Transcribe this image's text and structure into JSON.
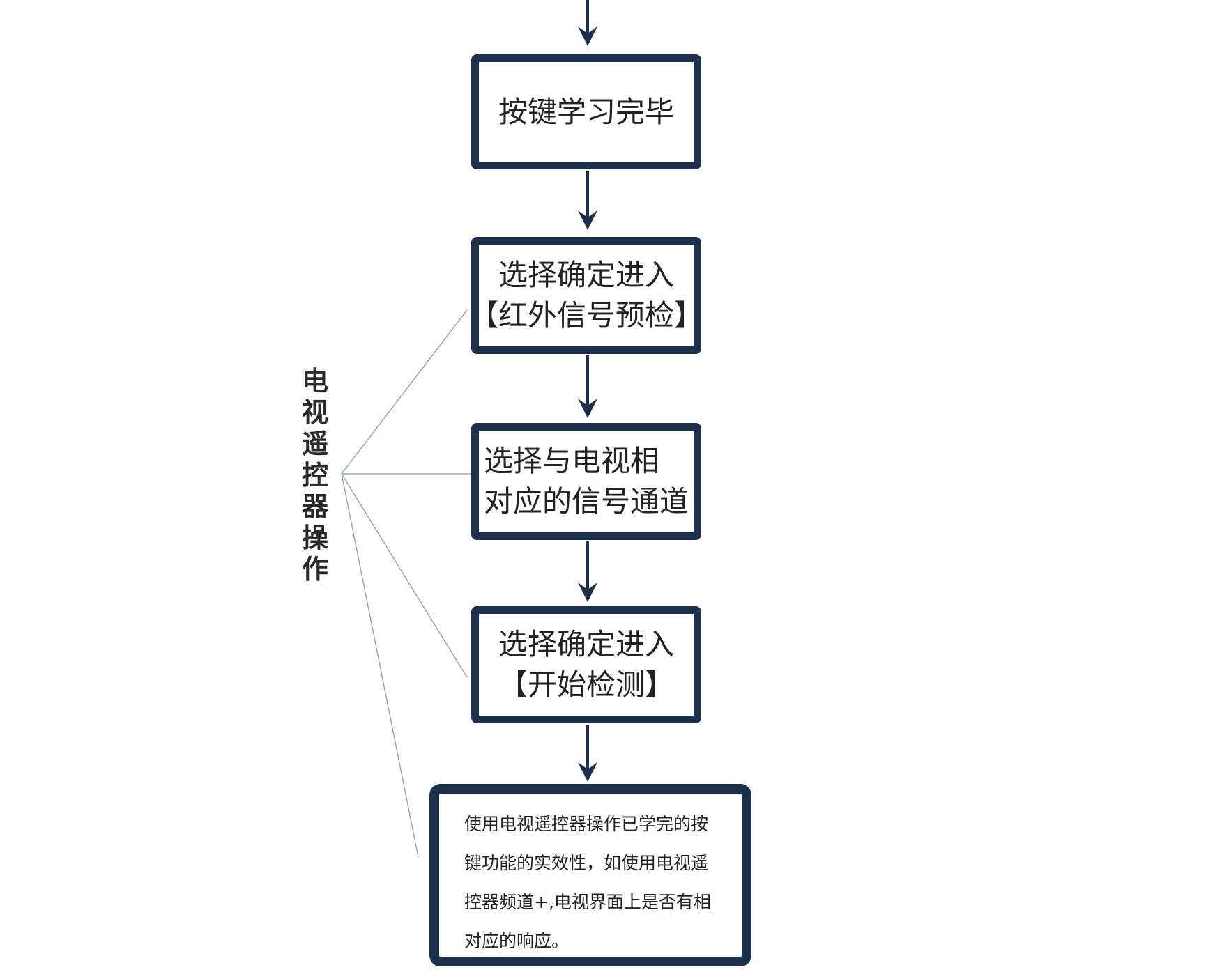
{
  "diagram": {
    "side_label": [
      "电",
      "视",
      "遥",
      "控",
      "器",
      "操",
      "作"
    ],
    "steps": [
      {
        "id": "step-key-learning-done",
        "lines": [
          "按键学习完毕"
        ]
      },
      {
        "id": "step-ir-precheck",
        "lines": [
          "选择确定进入",
          "【红外信号预检】"
        ]
      },
      {
        "id": "step-select-channel",
        "lines": [
          "选择与电视相",
          "对应的信号通道"
        ]
      },
      {
        "id": "step-start-detect",
        "lines": [
          "选择确定进入",
          "【开始检测】"
        ]
      },
      {
        "id": "step-verify",
        "lines": [
          "使用电视遥控器操作已学完的按",
          "键功能的实效性，如使用电视遥",
          "控器频道+,电视界面上是否有相",
          "对应的响应。"
        ]
      }
    ],
    "colors": {
      "box_border": "#1c2f4b",
      "arrow": "#1c2f4b",
      "connector": "#8a9bb3",
      "text": "#222222"
    }
  }
}
